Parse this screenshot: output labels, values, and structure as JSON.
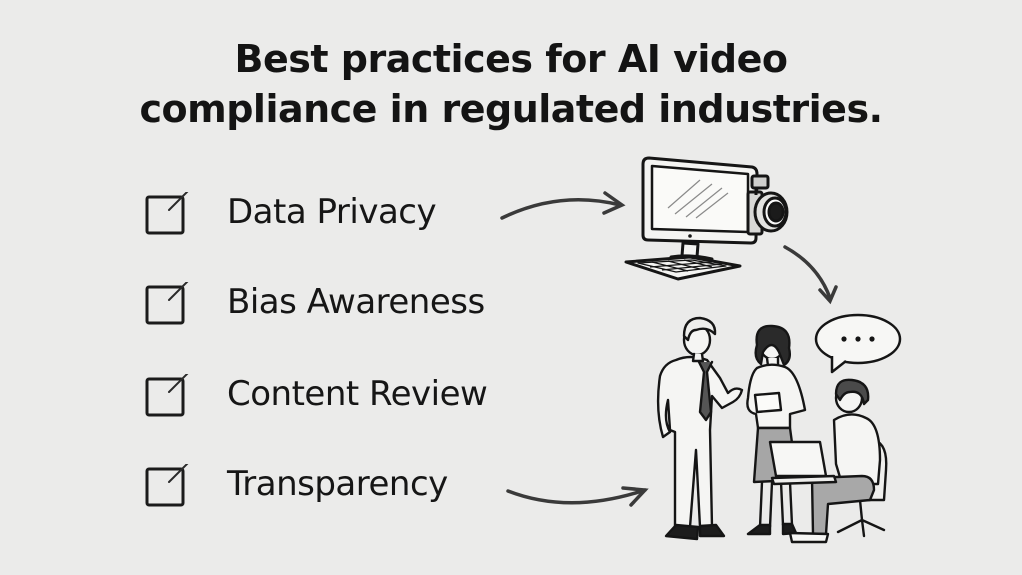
{
  "title": {
    "line1": "Best practices for AI video",
    "line2": "compliance in regulated industries."
  },
  "checklist": {
    "items": [
      {
        "label": "Data Privacy",
        "checked": true,
        "icon": "checkbox-checked-icon"
      },
      {
        "label": "Bias Awareness",
        "checked": true,
        "icon": "checkbox-checked-icon"
      },
      {
        "label": "Content Review",
        "checked": true,
        "icon": "checkbox-checked-icon"
      },
      {
        "label": "Transparency",
        "checked": true,
        "icon": "checkbox-checked-icon"
      }
    ]
  },
  "illustration": {
    "computer": "computer-with-video-camera-icon",
    "team": "team-meeting-illustration",
    "speech_bubble": "speech-bubble-ellipsis-icon",
    "speech_bubble_text": "• • •"
  },
  "colors": {
    "background": "#ebebea",
    "ink": "#161616",
    "arrow": "#3a3a3a"
  }
}
